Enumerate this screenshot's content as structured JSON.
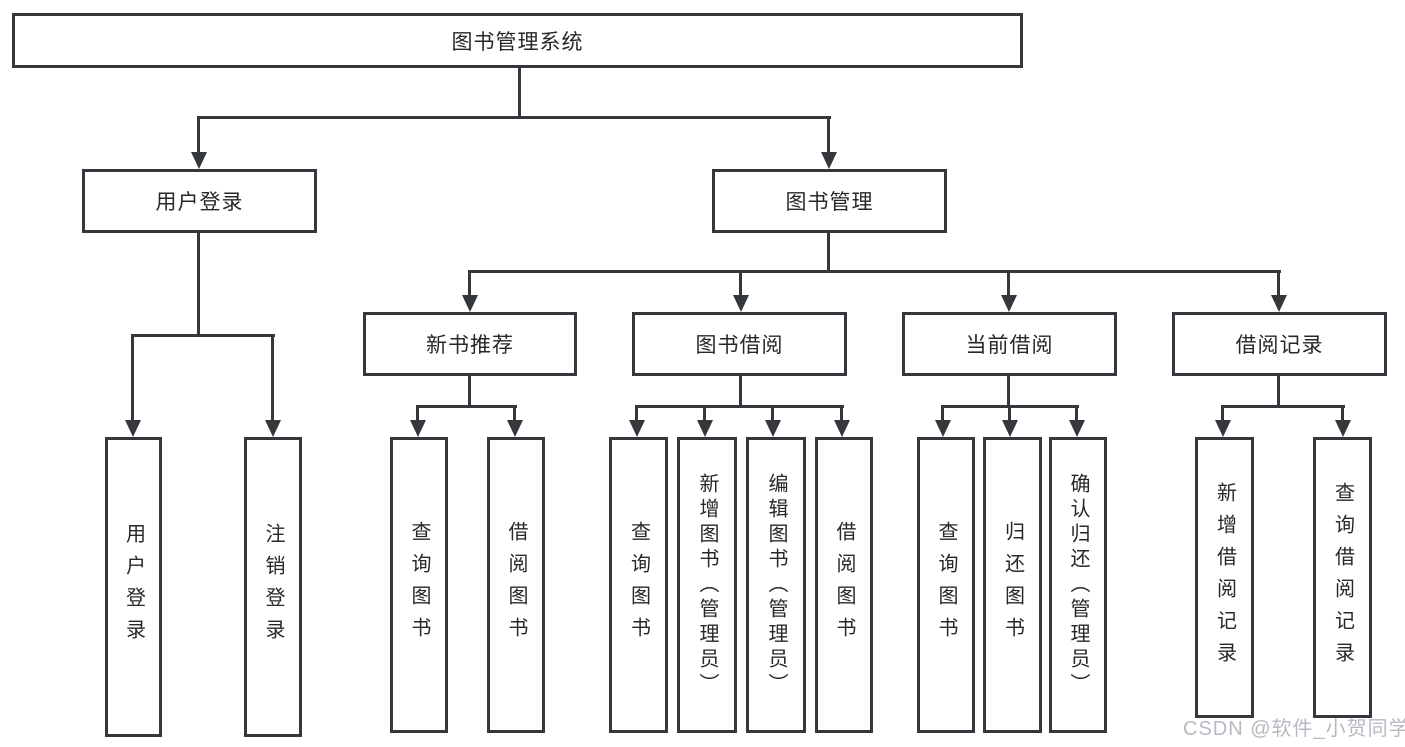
{
  "tree": {
    "root": "图书管理系统",
    "branches": [
      {
        "label": "用户登录",
        "children": [
          "用户登录",
          "注销登录"
        ]
      },
      {
        "label": "图书管理",
        "groups": [
          {
            "label": "新书推荐",
            "children": [
              "查询图书",
              "借阅图书"
            ]
          },
          {
            "label": "图书借阅",
            "children": [
              "查询图书",
              "新增图书（管理员）",
              "编辑图书（管理员）",
              "借阅图书"
            ]
          },
          {
            "label": "当前借阅",
            "children": [
              "查询图书",
              "归还图书",
              "确认归还（管理员）"
            ]
          },
          {
            "label": "借阅记录",
            "children": [
              "新增借阅记录",
              "查询借阅记录"
            ]
          }
        ]
      }
    ]
  },
  "watermark": "CSDN @软件_小贺同学",
  "colors": {
    "line": "#34383d",
    "text": "#26282b",
    "watermark": "#b5bac1",
    "background": "#ffffff"
  }
}
